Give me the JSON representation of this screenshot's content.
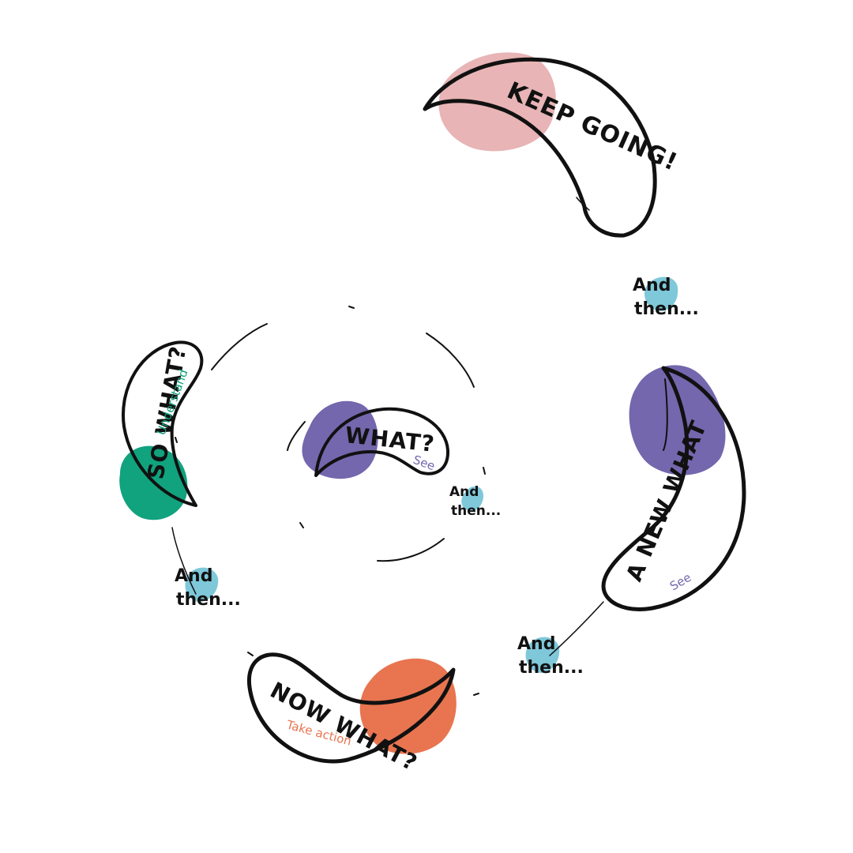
{
  "colors": {
    "keep_going_blob": "#E8B4B5",
    "purple": "#7467AD",
    "green": "#11A27E",
    "orange": "#E87550",
    "light_blue": "#7FC8DA",
    "ink": "#111111",
    "background": "#FFFFFF"
  },
  "stages": {
    "what": {
      "title": "WHAT?",
      "subtitle": "See"
    },
    "so_what": {
      "title": "SO WHAT?",
      "subtitle": "Understand"
    },
    "now_what": {
      "title": "NOW WHAT?",
      "subtitle": "Take action"
    },
    "new_what": {
      "title": "A NEW WHAT",
      "subtitle": "See"
    },
    "keep_going": {
      "title": "KEEP GOING!"
    }
  },
  "transitions": {
    "line1": "And",
    "line2": "then..."
  }
}
